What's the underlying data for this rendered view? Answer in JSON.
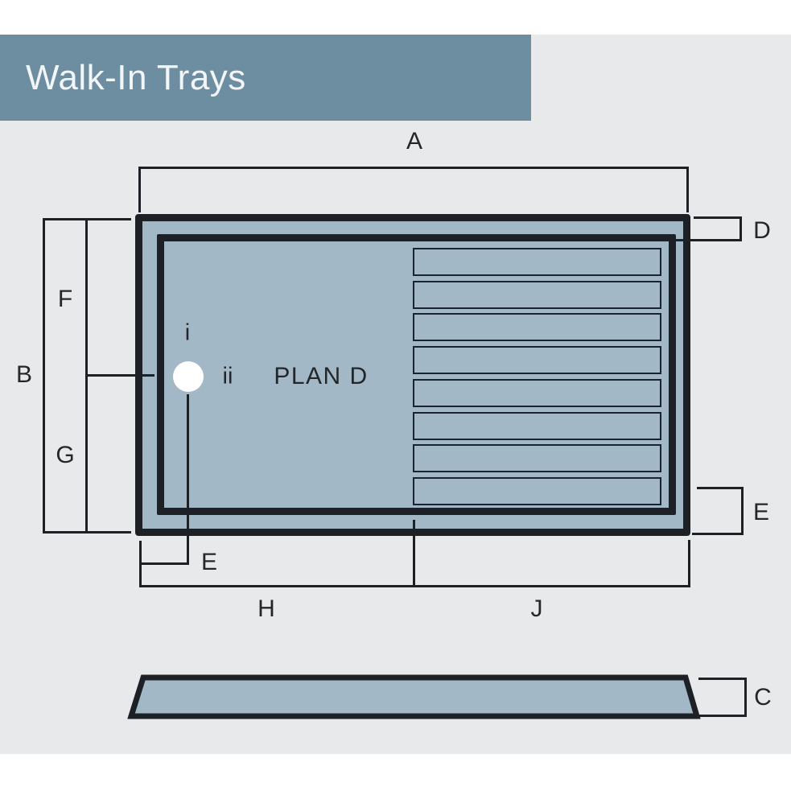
{
  "header": {
    "title": "Walk-In Trays"
  },
  "diagram": {
    "plan_label": "PLAN D",
    "drain": {
      "marker_i": "i",
      "marker_ii": "ii"
    },
    "dimensions": {
      "a": "A",
      "b": "B",
      "c": "C",
      "d": "D",
      "e": "E",
      "f": "F",
      "g": "G",
      "h": "H",
      "j": "J"
    },
    "slat_count": 8
  },
  "colors": {
    "page_bg": "#FFFFFF",
    "panel_bg": "#E8E9EB",
    "header_bg": "#6D8DA0",
    "header_text": "#F3F6F8",
    "tray_fill": "#A3B8C6",
    "line": "#1D2126",
    "slat_line": "#182430",
    "label_text": "#23262A",
    "drain_fill": "#FFFFFF"
  }
}
